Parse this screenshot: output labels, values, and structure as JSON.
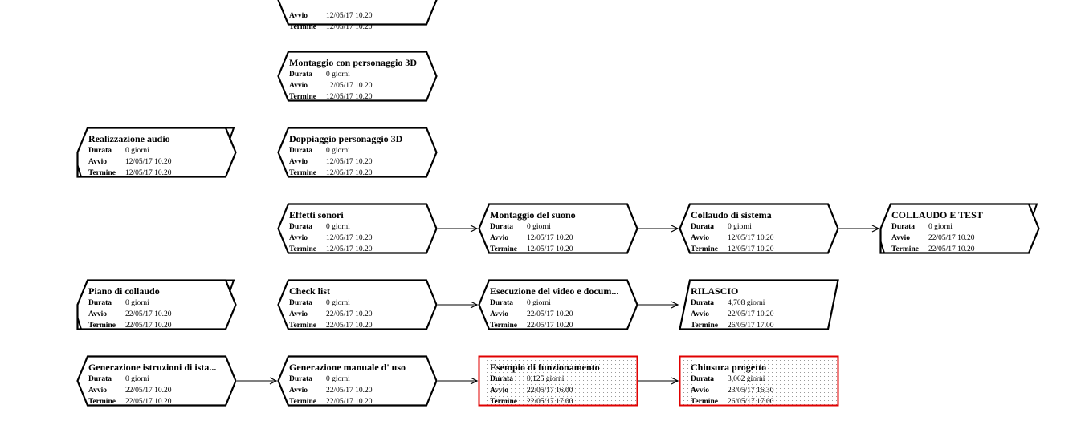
{
  "labels": {
    "duration": "Durata",
    "start": "Avvio",
    "end": "Termine"
  },
  "colors": {
    "line": "#000000",
    "critical": "#e00000",
    "dots": "#9a9a9a"
  },
  "nodes": [
    {
      "id": "top_partial",
      "title": "",
      "duration": "",
      "start": "12/05/17 10.20",
      "end": "12/05/17 10.20",
      "shape": "hex"
    },
    {
      "id": "montaggio_3d",
      "title": "Montaggio con personaggio 3D",
      "duration": "0 giorni",
      "start": "12/05/17 10.20",
      "end": "12/05/17 10.20",
      "shape": "hex"
    },
    {
      "id": "realizzazione_audio",
      "title": "Realizzazione audio",
      "duration": "0 giorni",
      "start": "12/05/17 10.20",
      "end": "12/05/17 10.20",
      "shape": "summary"
    },
    {
      "id": "doppiaggio_3d",
      "title": "Doppiaggio personaggio 3D",
      "duration": "0 giorni",
      "start": "12/05/17 10.20",
      "end": "12/05/17 10.20",
      "shape": "hex"
    },
    {
      "id": "effetti_sonori",
      "title": "Effetti sonori",
      "duration": "0 giorni",
      "start": "12/05/17 10.20",
      "end": "12/05/17 10.20",
      "shape": "hex"
    },
    {
      "id": "montaggio_suono",
      "title": "Montaggio del suono",
      "duration": "0 giorni",
      "start": "12/05/17 10.20",
      "end": "12/05/17 10.20",
      "shape": "hex"
    },
    {
      "id": "collaudo_sistema",
      "title": "Collaudo di sistema",
      "duration": "0 giorni",
      "start": "12/05/17 10.20",
      "end": "12/05/17 10.20",
      "shape": "hex"
    },
    {
      "id": "collaudo_test",
      "title": "COLLAUDO E TEST",
      "duration": "0 giorni",
      "start": "22/05/17 10.20",
      "end": "22/05/17 10.20",
      "shape": "summary"
    },
    {
      "id": "piano_collaudo",
      "title": "Piano di collaudo",
      "duration": "0 giorni",
      "start": "22/05/17 10.20",
      "end": "22/05/17 10.20",
      "shape": "summary"
    },
    {
      "id": "check_list",
      "title": "Check list",
      "duration": "0 giorni",
      "start": "22/05/17 10.20",
      "end": "22/05/17 10.20",
      "shape": "hex"
    },
    {
      "id": "esecuzione_video",
      "title": "Esecuzione del video e docum...",
      "duration": "0 giorni",
      "start": "22/05/17 10.20",
      "end": "22/05/17 10.20",
      "shape": "hex"
    },
    {
      "id": "rilascio",
      "title": "RILASCIO",
      "duration": "4,708 giorni",
      "start": "22/05/17 10.20",
      "end": "26/05/17 17.00",
      "shape": "parallelogram"
    },
    {
      "id": "generazione_istruzioni",
      "title": "Generazione istruzioni di ista...",
      "duration": "0 giorni",
      "start": "22/05/17 10.20",
      "end": "22/05/17 10.20",
      "shape": "hex"
    },
    {
      "id": "generazione_manuale",
      "title": "Generazione manuale d' uso",
      "duration": "0 giorni",
      "start": "22/05/17 10.20",
      "end": "22/05/17 10.20",
      "shape": "hex"
    },
    {
      "id": "esempio_funzionamento",
      "title": "Esempio di funzionamento",
      "duration": "0,125 giorni",
      "start": "22/05/17 16.00",
      "end": "22/05/17 17.00",
      "shape": "critical"
    },
    {
      "id": "chiusura_progetto",
      "title": "Chiusura progetto",
      "duration": "3,062 giorni",
      "start": "23/05/17 16.30",
      "end": "26/05/17 17.00",
      "shape": "critical"
    }
  ],
  "links": [
    [
      "effetti_sonori",
      "montaggio_suono"
    ],
    [
      "montaggio_suono",
      "collaudo_sistema"
    ],
    [
      "collaudo_sistema",
      "collaudo_test"
    ],
    [
      "check_list",
      "esecuzione_video"
    ],
    [
      "esecuzione_video",
      "rilascio"
    ],
    [
      "generazione_istruzioni",
      "generazione_manuale"
    ],
    [
      "generazione_manuale",
      "esempio_funzionamento"
    ],
    [
      "esempio_funzionamento",
      "chiusura_progetto"
    ]
  ]
}
